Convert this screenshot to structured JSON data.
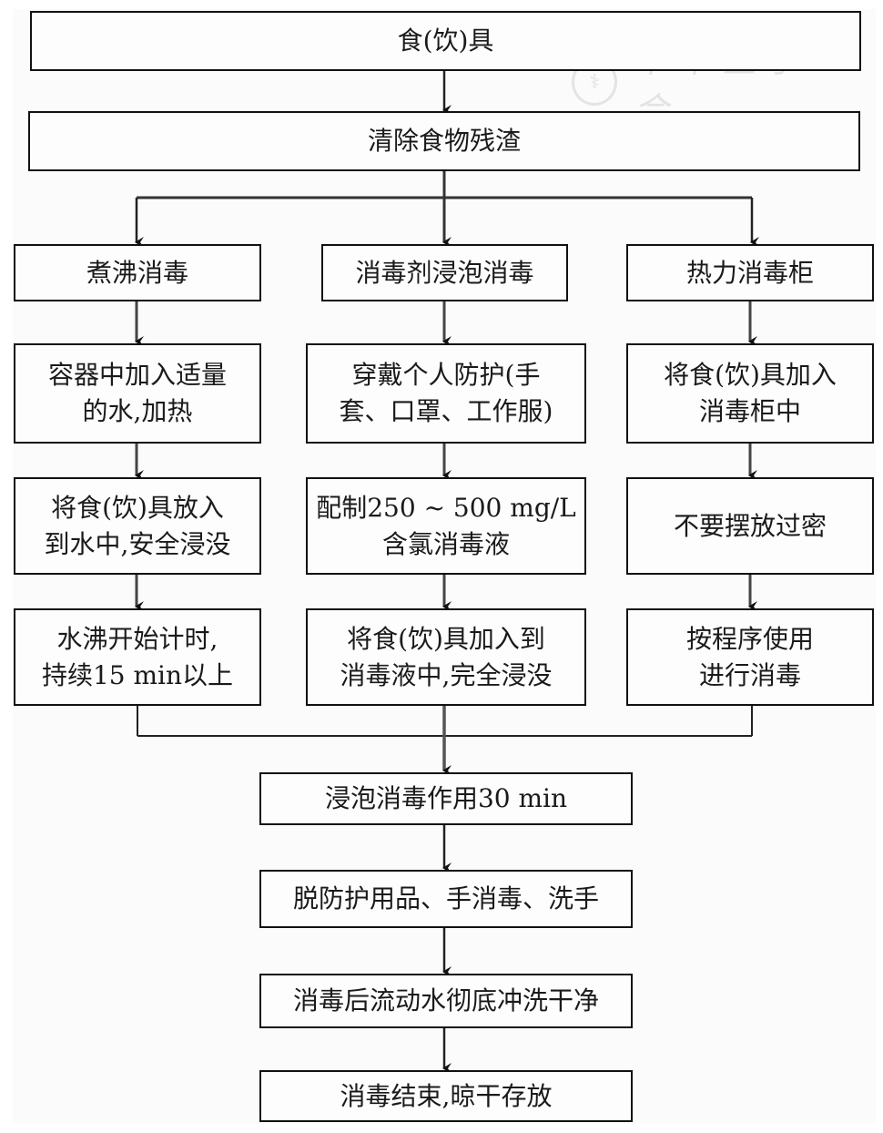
{
  "diagram": {
    "type": "flowchart",
    "watermark": {
      "emblem": "⚕",
      "text": "中华医学会"
    },
    "nodes": {
      "start": "食(饮)具",
      "clean": "清除食物残渣",
      "boil_title": "煮沸消毒",
      "boil_1": "容器中加入适量\n的水,加热",
      "boil_2": "将食(饮)具放入\n到水中,安全浸没",
      "boil_3": "水沸开始计时,\n持续15 min以上",
      "soak_title": "消毒剂浸泡消毒",
      "soak_1": "穿戴个人防护(手\n套、口罩、工作服)",
      "soak_2": "配制250 ~ 500 mg/L\n含氯消毒液",
      "soak_3": "将食(饮)具加入到\n消毒液中,完全浸没",
      "heat_title": "热力消毒柜",
      "heat_1": "将食(饮)具加入\n消毒柜中",
      "heat_2": "不要摆放过密",
      "heat_3": "按程序使用\n进行消毒",
      "soak_time": "浸泡消毒作用30 min",
      "remove_ppe": "脱防护用品、手消毒、洗手",
      "rinse": "消毒后流动水彻底冲洗干净",
      "end": "消毒结束,晾干存放"
    },
    "edges": [
      [
        "start",
        "clean"
      ],
      [
        "clean",
        "boil_title"
      ],
      [
        "clean",
        "soak_title"
      ],
      [
        "clean",
        "heat_title"
      ],
      [
        "boil_title",
        "boil_1"
      ],
      [
        "boil_1",
        "boil_2"
      ],
      [
        "boil_2",
        "boil_3"
      ],
      [
        "soak_title",
        "soak_1"
      ],
      [
        "soak_1",
        "soak_2"
      ],
      [
        "soak_2",
        "soak_3"
      ],
      [
        "heat_title",
        "heat_1"
      ],
      [
        "heat_1",
        "heat_2"
      ],
      [
        "heat_2",
        "heat_3"
      ],
      [
        "boil_3",
        "soak_time"
      ],
      [
        "soak_3",
        "soak_time"
      ],
      [
        "heat_3",
        "soak_time"
      ],
      [
        "soak_time",
        "remove_ppe"
      ],
      [
        "remove_ppe",
        "rinse"
      ],
      [
        "rinse",
        "end"
      ]
    ]
  }
}
